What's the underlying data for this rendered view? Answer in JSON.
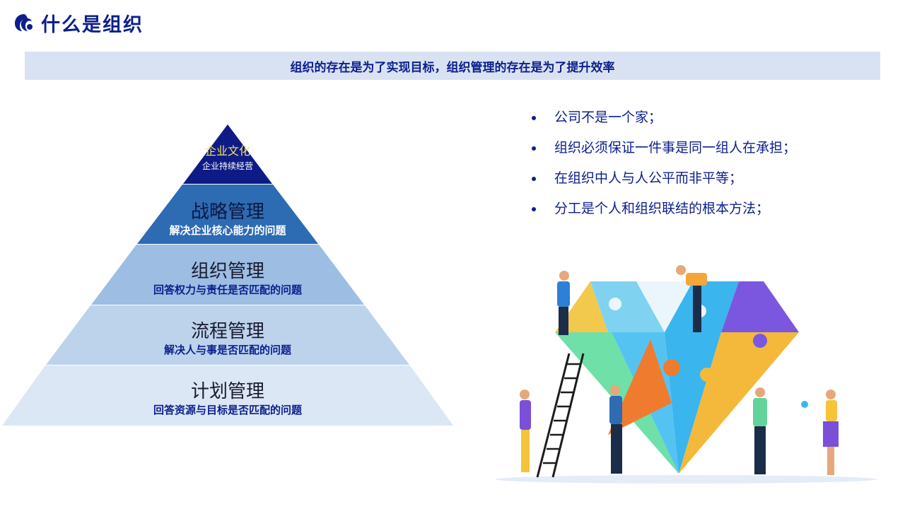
{
  "header": {
    "title": "什么是组织",
    "logo_icon": "wave-logo-icon"
  },
  "banner": {
    "text": "组织的存在是为了实现目标，组织管理的存在是为了提升效率"
  },
  "pyramid": {
    "levels": [
      {
        "title": "企业文化",
        "subtitle": "企业持续经营",
        "color": "#0e1b86"
      },
      {
        "title": "战略管理",
        "subtitle": "解决企业核心能力的问题",
        "color": "#2d6bb3"
      },
      {
        "title": "组织管理",
        "subtitle": "回答权力与责任是否匹配的问题",
        "color": "#9dbde3"
      },
      {
        "title": "流程管理",
        "subtitle": "解决人与事是否匹配的问题",
        "color": "#bdd3ec"
      },
      {
        "title": "计划管理",
        "subtitle": "回答资源与目标是否匹配的问题",
        "color": "#dbe7f5"
      }
    ]
  },
  "bullets": [
    "公司不是一个家；",
    "组织必须保证一件事是同一组人在承担；",
    "在组织中人与人公平而非平等；",
    "分工是个人和组织联结的根本方法；"
  ],
  "illustration": {
    "icon": "diamond-puzzle-team-illustration"
  }
}
